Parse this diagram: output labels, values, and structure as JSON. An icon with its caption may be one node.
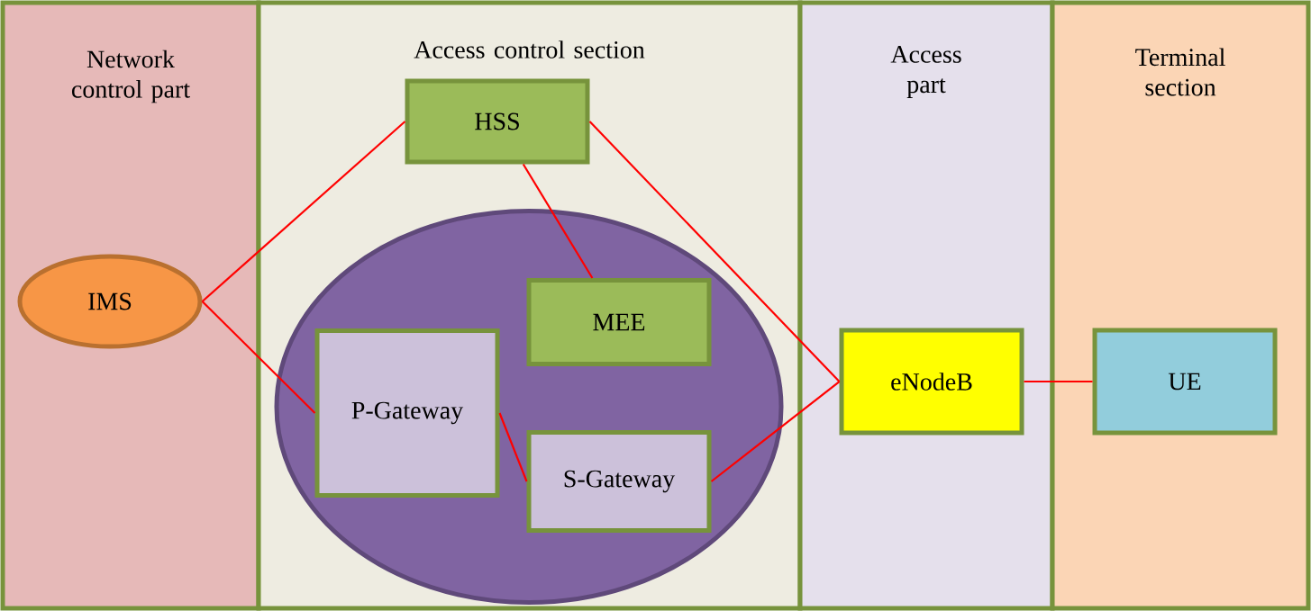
{
  "diagram": {
    "nodes": [
      {
        "text": [
          "Network control part"
        ]
      },
      {
        "text": [
          "Access control section"
        ]
      },
      {
        "text": [
          "Access part"
        ]
      },
      {
        "text": [
          "Terminal section"
        ]
      },
      {
        "text": [
          "IMS"
        ],
        "in": 0
      },
      {
        "text": [
          "HSS"
        ],
        "in": 1
      },
      {
        "text": [],
        "shape": "circle",
        "in": 1
      },
      {
        "text": [
          "MEE"
        ],
        "in": 6
      },
      {
        "text": [
          "P-Gateway"
        ],
        "in": 6
      },
      {
        "text": [
          "S-Gateway"
        ],
        "in": 6
      },
      {
        "text": [
          "eNodeB"
        ],
        "in": 2
      },
      {
        "text": [
          "UE"
        ],
        "in": 3
      }
    ],
    "edges": [
      {
        "from": 4,
        "to": 5,
        "arrow": "none"
      },
      {
        "from": 4,
        "to": 8,
        "arrow": "none"
      },
      {
        "from": 5,
        "to": 7,
        "arrow": "none"
      },
      {
        "from": 5,
        "to": 10,
        "arrow": "none"
      },
      {
        "from": 8,
        "to": 9,
        "arrow": "none"
      },
      {
        "from": 9,
        "to": 10,
        "arrow": "none"
      },
      {
        "from": 10,
        "to": 11,
        "arrow": "none"
      }
    ]
  }
}
